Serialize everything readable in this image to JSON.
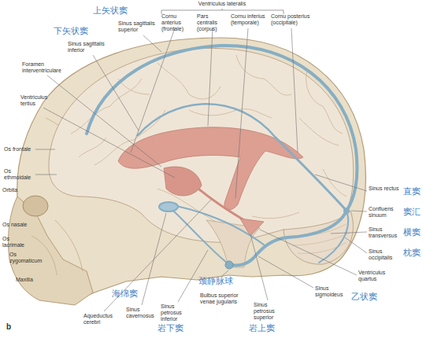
{
  "diagram": {
    "labels": [
      "Ventriculus lateralis",
      "上矢状窦",
      "下矢状窦",
      "Sinus sagittalis superior",
      "Sinus sagittalis inferior",
      "Cornu anterius (frontale)",
      "Pars centralis (corpus)",
      "Cornu inferius (temporale)",
      "Cornu posterius (occipitale)",
      "Foramen interventriculare",
      "Ventriculus tertius",
      "Os frontale",
      "Os ethmoidale",
      "Orbita",
      "Os nasale",
      "Os lacrimale",
      "Os zygomaticum",
      "Maxilla",
      "Sinus rectus",
      "直窦",
      "Confluens sinuum",
      "窦汇",
      "Sinus transversus",
      "横窦",
      "枕窦",
      "Sinus occipitalis",
      "Ventriculus quartus",
      "Sinus sigmoideus",
      "乙状窦",
      "海绵窦",
      "颈静脉球",
      "Aqueductus cerebri",
      "Sinus cavernosus",
      "Sinus petrosus inferior",
      "Bulbus superior venae jugularis",
      "Sinus petrosus superior",
      "岩下窦",
      "岩上窦",
      "b"
    ]
  }
}
